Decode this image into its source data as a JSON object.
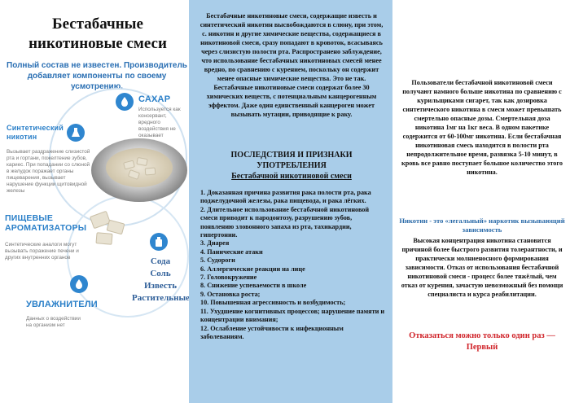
{
  "left": {
    "title": "Бестабачные никотиновые смеси",
    "subtitle": "Полный состав не известен. Производитель добавляет компоненты по своему усмотрению.",
    "cards": {
      "sugar": {
        "heading": "САХАР",
        "desc": "Используется как консервант, вредного воздействия не оказывает"
      },
      "nicotine": {
        "heading": "Синтетический никотин",
        "desc": "Вызывает раздражение слизистой рта и гортани, пожелтение зубов, кариес. При попадании со слюной в желудок поражает органы пищеварения, вызывает нарушение функции щитовидной железы"
      },
      "flavors": {
        "heading": "ПИЩЕВЫЕ АРОМАТИЗАТОРЫ",
        "desc": "Синтетические аналоги могут вызывать поражение печени и других внутренних органов"
      },
      "humectants": {
        "heading": "УВЛАЖНИТЕЛИ",
        "desc": "Данных о воздействии на организм нет"
      }
    },
    "ingredients": [
      "Сода",
      "Соль",
      "Известь",
      "Растительные"
    ]
  },
  "middle": {
    "intro": "Бестабачные никотиновые смеси, содержащие известь и синтетический никотин высвобождаются в слюну, при этом, с. никотин и другие химические вещества, содержащиеся в никотиновой смеси, сразу попадают в кровоток, всасываясь через слизистую полости рта. Распространено заблуждение, что использование бестабачных никотиновых смесей менее вредно, по сравнению с курением, поскольку он содержит менее опасные химические вещества. Это не так. Бестабачные никотиновые смеси содержат более 30 химических веществ, с потенциальным канцерогенным эффектом. Даже один единственный канцероген может вызывать мутации, приводящие к раку.",
    "heading": "ПОСЛЕДСТВИЯ И ПРИЗНАКИ УПОТРЕБЛЕНИЯ",
    "heading_sub": "Бестабачной никотиновой смеси",
    "items": [
      "1. Доказанная причина развития рака полости рта, рака поджелудочной железы, рака пищевода, и рака лёгких.",
      "2. Длительное использование бестабачной никотиновой смеси приводит к пародонтозу, разрушению зубов, появлению зловонного запаха из рта, тахикардии, гипертонии.",
      "3. Диарея",
      "4. Панические атаки",
      "5. Судороги",
      "6. Аллергические реакции на лице",
      "7. Головокружение",
      "8. Снижение успеваемости в школе",
      "9. Остановка роста;",
      "10. Повышенная агрессивность и возбудимость;",
      "11. Ухудшение когнитивных процессов; нарушение памяти и концентрации внимания;",
      "12. Ослабление устойчивости к инфекционным заболеваниям."
    ]
  },
  "right": {
    "para1": "Пользователи бестабачной никотиновой смеси получают намного больше никотина по сравнению с курильщиками сигарет, так как дозировка синтетического никотина в смеси может превышать смертельно опасные дозы. Смертельная доза никотина 1мг на 1кг веса. В одном пакетике содержится от 60-100мг никотина. Если бестабачная никотиновая смесь находится в полости рта непродолжительное время, развязка 5-10 минут, в кровь все равно поступает большое количество этого никотина.",
    "heading": "Никотин - это «легальный» наркотик вызывающий зависимость",
    "para2": "Высокая концентрация никотина становится причиной более быстрого развития толерантности, и практически молниеносного формирования зависимости. Отказ от использования бестабачной никотиновой смеси - процесс более тяжёлый, чем отказ от курения, зачастую невозможный без помощи специалиста и курса реабилитации.",
    "final": "Отказаться можно только один раз — Первый"
  },
  "colors": {
    "accent_blue": "#2f86cf",
    "middle_bg": "#a9cde9",
    "warning_red": "#d0242a"
  }
}
